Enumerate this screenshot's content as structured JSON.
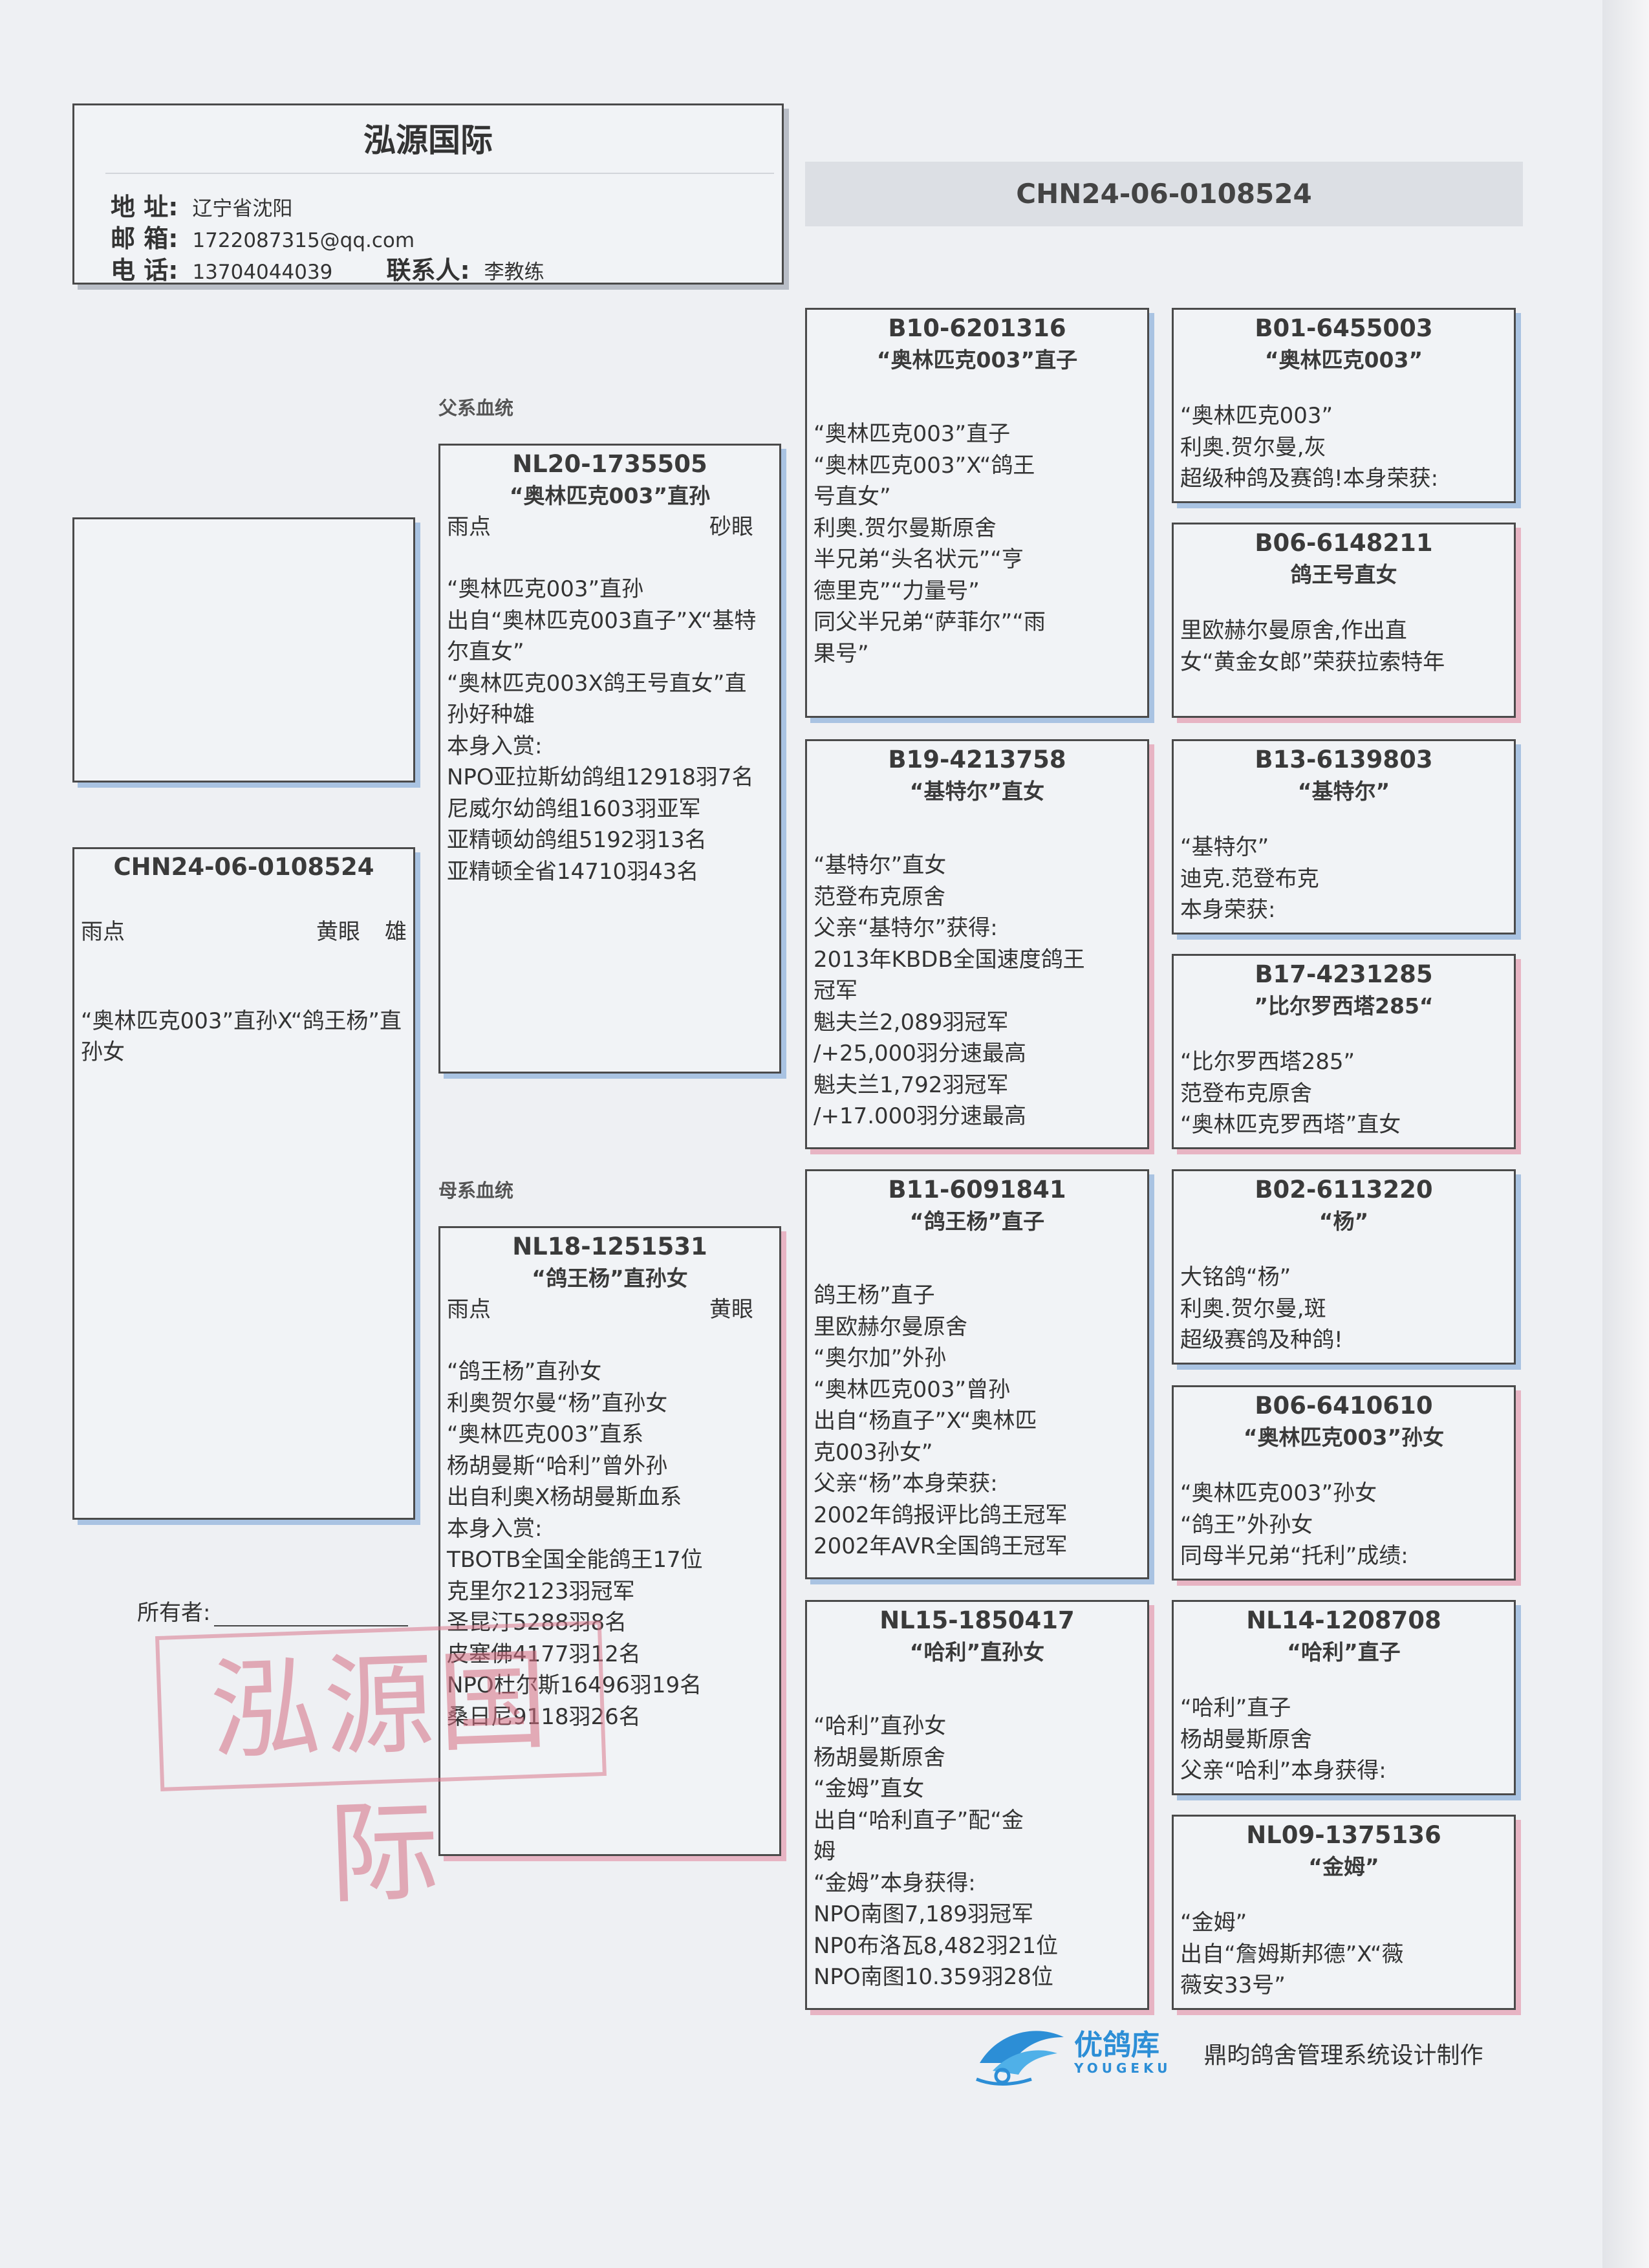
{
  "header": {
    "title": "泓源国际",
    "address_label": "地 址:",
    "address": "辽宁省沈阳",
    "email_label": "邮 箱:",
    "email": "1722087315@qq.com",
    "phone_label": "电 话:",
    "phone": "13704044039",
    "contact_label": "联系人:",
    "contact": "李教练"
  },
  "ring_title": "CHN24-06-0108524",
  "paternal_label": "父系血统",
  "maternal_label": "母系血统",
  "subject": {
    "ring": "CHN24-06-0108524",
    "color": "雨点",
    "eye": "黄眼",
    "sex": "雄",
    "desc": [
      "“奥林匹克003”直孙X“鸽王杨”直",
      "孙女"
    ]
  },
  "sire": {
    "ring": "NL20-1735505",
    "name": "“奥林匹克003”直孙",
    "color": "雨点",
    "eye": "砂眼",
    "desc": [
      "“奥林匹克003”直孙",
      "出自“奥林匹克003直子”X“基特",
      "尔直女”",
      "“奥林匹克003X鸽王号直女”直",
      "孙好种雄",
      "本身入赏:",
      "NPO亚拉斯幼鸽组12918羽7名",
      "尼威尔幼鸽组1603羽亚军",
      "亚精顿幼鸽组5192羽13名",
      "亚精顿全省14710羽43名"
    ]
  },
  "dam": {
    "ring": "NL18-1251531",
    "name": "“鸽王杨”直孙女",
    "color": "雨点",
    "eye": "黄眼",
    "desc": [
      "“鸽王杨”直孙女",
      "利奥贺尔曼“杨”直孙女",
      "“奥林匹克003”直系",
      "杨胡曼斯“哈利”曾外孙",
      "出自利奥X杨胡曼斯血系",
      "本身入赏:",
      "TBOTB全国全能鸽王17位",
      "克里尔2123羽冠军",
      "圣昆汀5288羽8名",
      "皮塞佛4177羽12名",
      "NPO杜尔斯16496羽19名",
      "桑日尼9118羽26名"
    ]
  },
  "gp_ss": {
    "ring": "B10-6201316",
    "name": "“奥林匹克003”直子",
    "desc": [
      "“奥林匹克003”直子",
      "“奥林匹克003”X“鸽王",
      "号直女”",
      "利奥.贺尔曼斯原舍",
      "半兄弟“头名状元”“亨",
      "德里克”“力量号”",
      "同父半兄弟“萨菲尔”“雨",
      "果号”"
    ]
  },
  "gp_sd": {
    "ring": "B19-4213758",
    "name": "“基特尔”直女",
    "desc": [
      "“基特尔”直女",
      "范登布克原舍",
      "父亲“基特尔”获得:",
      "2013年KBDB全国速度鸽王",
      "冠军",
      "魁夫兰2,089羽冠军",
      "/+25,000羽分速最高",
      "魁夫兰1,792羽冠军",
      "/+17.000羽分速最高"
    ]
  },
  "gp_ds": {
    "ring": "B11-6091841",
    "name": "“鸽王杨”直子",
    "desc": [
      "鸽王杨”直子",
      "里欧赫尔曼原舍",
      "“奥尔加”外孙",
      "“奥林匹克003”曾孙",
      "出自“杨直子”X“奥林匹",
      "克003孙女”",
      "父亲“杨”本身荣获:",
      "2002年鸽报评比鸽王冠军",
      "2002年AVR全国鸽王冠军"
    ]
  },
  "gp_dd": {
    "ring": "NL15-1850417",
    "name": "“哈利”直孙女",
    "desc": [
      "“哈利”直孙女",
      "杨胡曼斯原舍",
      "“金姆”直女",
      "出自“哈利直子”配“金",
      "姆",
      "“金姆”本身获得:",
      "NPO南图7,189羽冠军",
      "NP0布洛瓦8,482羽21位",
      "NPO南图10.359羽28位"
    ]
  },
  "ggp": [
    {
      "ring": "B01-6455003",
      "name": "“奥林匹克003”",
      "desc": [
        "“奥林匹克003”",
        "利奥.贺尔曼,灰",
        "超级种鸽及赛鸽!本身荣获:"
      ]
    },
    {
      "ring": "B06-6148211",
      "name": "鸽王号直女",
      "desc": [
        "里欧赫尔曼原舍,作出直",
        "女“黄金女郎”荣获拉索特年"
      ]
    },
    {
      "ring": "B13-6139803",
      "name": "“基特尔”",
      "desc": [
        "“基特尔”",
        "迪克.范登布克",
        "本身荣获:"
      ]
    },
    {
      "ring": "B17-4231285",
      "name": "”比尔罗西塔285“",
      "desc": [
        "“比尔罗西塔285”",
        "范登布克原舍",
        "“奥林匹克罗西塔”直女"
      ]
    },
    {
      "ring": "B02-6113220",
      "name": "“杨”",
      "desc": [
        "大铭鸽“杨”",
        "利奥.贺尔曼,斑",
        "超级赛鸽及种鸽!"
      ]
    },
    {
      "ring": "B06-6410610",
      "name": "“奥林匹克003”孙女",
      "desc": [
        "“奥林匹克003”孙女",
        "“鸽王”外孙女",
        "同母半兄弟“托利”成绩:"
      ]
    },
    {
      "ring": "NL14-1208708",
      "name": "“哈利”直子",
      "desc": [
        "“哈利”直子",
        "杨胡曼斯原舍",
        "父亲“哈利”本身获得:"
      ]
    },
    {
      "ring": "NL09-1375136",
      "name": "“金姆”",
      "desc": [
        "“金姆”",
        "出自“詹姆斯邦德”X“薇",
        "薇安33号”"
      ]
    }
  ],
  "owner_label": "所有者:",
  "stamp_text": "泓源国际",
  "footer": {
    "logo_name": "优鸽库",
    "logo_sub": "YOUGEKU",
    "credit": "鼎昀鸽舍管理系统设计制作"
  },
  "colors": {
    "sire_shadow": "#a9c3e2",
    "dam_shadow": "#e7b4c3",
    "stamp": "#d96e82",
    "logo": "#2c8ed6"
  }
}
